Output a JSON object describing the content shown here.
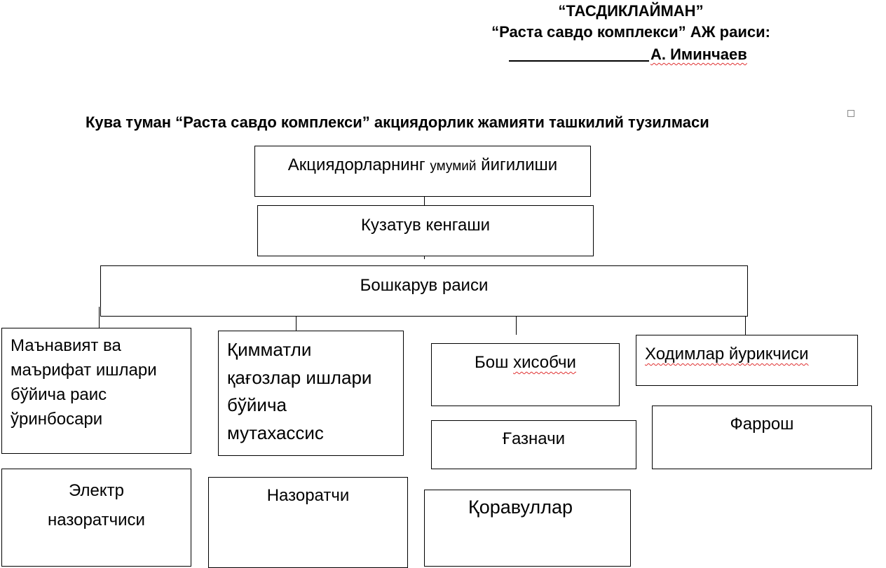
{
  "header": {
    "approve": "“ТАСДИКЛАЙМАН”",
    "chairman_of": "“Раста савдо комплекси” АЖ раиси:",
    "signatory": "А. Иминчаев"
  },
  "title": "Кува туман “Раста савдо комплекси” акциядорлик жамияти ташкилий тузилмаси",
  "org": {
    "shareholders": {
      "part1": "Акциядорларнинг ",
      "small": "умумий",
      "part2": " йигилиши"
    },
    "supervisory_board": "Кузатув кенгаши",
    "chairman": "Бошкарув раиси",
    "deputy_line1": "Маънавият ва",
    "deputy_line2": "маърифат ишлари",
    "deputy_line3": "бўйича раис",
    "deputy_line4": "ўринбосари",
    "securities_line1": "Қимматли",
    "securities_line2": "қағозлар ишлари",
    "securities_line3": "бўйича",
    "securities_line4": "мутахассис",
    "chief_accountant_part1": "Бош ",
    "chief_accountant_part2": "хисобчи",
    "hr_part1": "Ходимлар ",
    "hr_part2": "йурикчиси",
    "treasurer": "Ғазначи",
    "cleaner": "Фаррош",
    "electric_line1": "Электр",
    "electric_line2": "назоратчиси",
    "controller": "Назоратчи",
    "guards": "Қоравуллар"
  }
}
